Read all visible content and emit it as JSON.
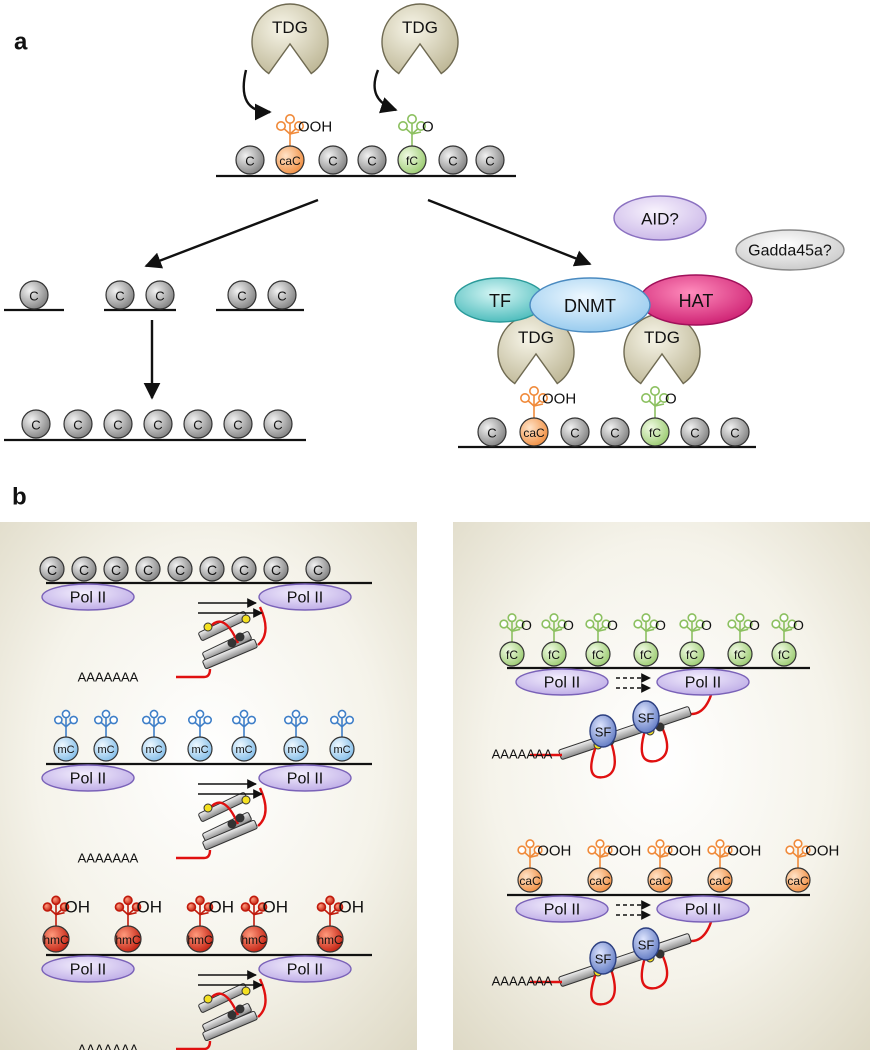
{
  "panels": {
    "a": "a",
    "b": "b"
  },
  "enzymes": {
    "tdg": "TDG",
    "tf": "TF",
    "dnmt": "DNMT",
    "hat": "HAT",
    "aid": "AID?",
    "gadd45a": "Gadda45a?",
    "pol2": "Pol II",
    "sf": "SF"
  },
  "nucleotides": {
    "c": "C",
    "cac": "caC",
    "fc": "fC",
    "mc": "mC",
    "hmc": "hmC"
  },
  "groups": {
    "ooh": "OOH",
    "o": "O",
    "oh": "OH"
  },
  "polya": "AAAAAAA",
  "colors": {
    "c": "#8c8c8c",
    "cac": "#f39a50",
    "fc": "#a6d07a",
    "mc": "#9ccbf0",
    "hmc": "#d93020",
    "tdg": "#dcd8c0",
    "tf": "#5bc8c8",
    "dnmt": "#a8d4ef",
    "hat": "#e0287a",
    "aid": "#d8c8ec",
    "gadd45a": "#dcdcdc",
    "pol2": "#cfc0ee",
    "sf": "#6f86c8",
    "rna": "#e01010",
    "panel_bg": "#ebe7d9"
  }
}
